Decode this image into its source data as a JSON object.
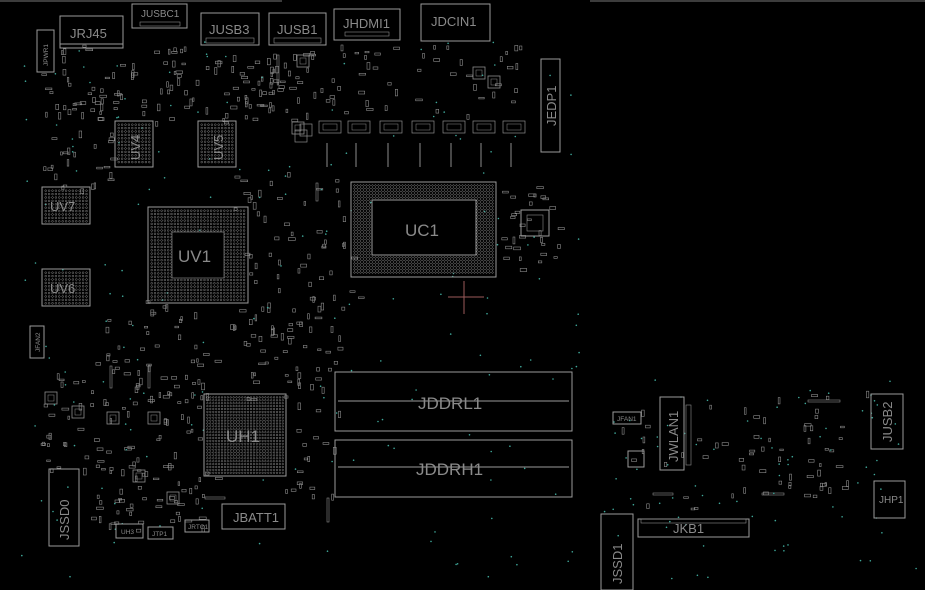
{
  "components": {
    "jrj45": "JRJ45",
    "jusbc1": "JUSBC1",
    "jusb3": "JUSB3",
    "jusb1": "JUSB1",
    "jhdmi1": "JHDMI1",
    "jdcin1": "JDCIN1",
    "jpwr1": "JPWR1",
    "jedp1": "JEDP1",
    "uv4": "UV4",
    "uv5": "UV5",
    "uv7": "UV7",
    "uv6": "UV6",
    "uv1": "UV1",
    "uc1": "UC1",
    "jfan2": "JFAN2",
    "jddrl1": "JDDRL1",
    "jddrh1": "JDDRH1",
    "uh1": "UH1",
    "jssd0": "JSSD0",
    "jbatt1": "JBATT1",
    "uh3": "UH3",
    "jtp1": "JTP1",
    "jrtc1": "JRTC1",
    "jfan1": "JFAN1",
    "jwlan1": "JWLAN1",
    "jusb2": "JUSB2",
    "jhp1": "JHP1",
    "jkb1": "JKB1",
    "jssd1": "JSSD1"
  },
  "colors": {
    "background": "#000000",
    "outline": "#9a9a9a",
    "label": "#8a8a8a",
    "pad": "#8c8c8c",
    "via": "#3fa89a",
    "crosshair": "#9b5a5a"
  }
}
